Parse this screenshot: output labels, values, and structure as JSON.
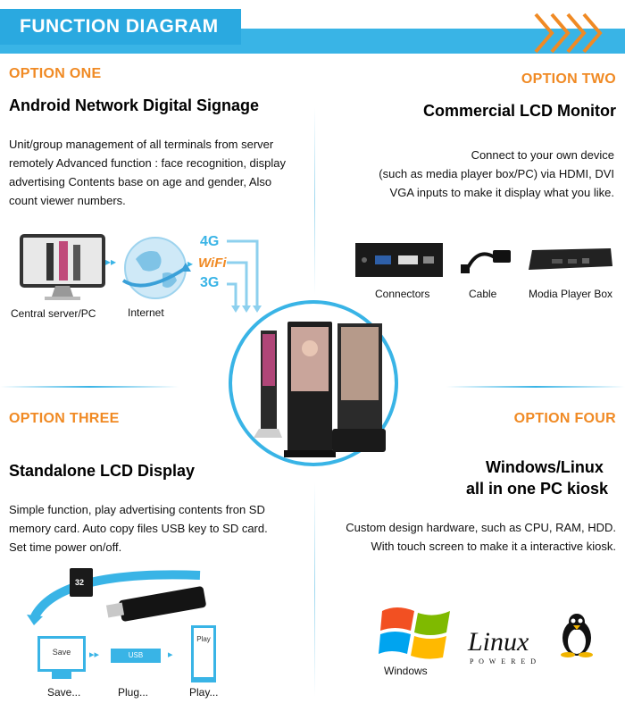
{
  "banner": {
    "title": "FUNCTION DIAGRAM"
  },
  "option1": {
    "label": "OPTION ONE",
    "title": "Android Network Digital Signage",
    "desc": [
      "Unit/group management of all terminals from server",
      "remotely Advanced function : face recognition, display",
      "advertising Contents base on age and gender, Also",
      "count viewer numbers."
    ],
    "central_label": "Central server/PC",
    "internet_label": "Internet",
    "net_4g": "4G",
    "net_wifi": "WiFi",
    "net_3g": "3G"
  },
  "option2": {
    "label": "OPTION TWO",
    "title": "Commercial LCD Monitor",
    "desc": [
      "Connect to your own device",
      "(such as media player box/PC) via HDMI, DVI",
      "VGA inputs to make it display what you like."
    ],
    "items": [
      "Connectors",
      "Cable",
      "Modia Player Box"
    ]
  },
  "option3": {
    "label": "OPTION THREE",
    "title": "Standalone LCD Display",
    "desc": [
      "Simple function, play advertising contents fron SD",
      "memory card. Auto copy files USB key to SD card.",
      "Set time power on/off."
    ],
    "save_screen": "Save",
    "usb_label": "USB",
    "play_screen": "Play",
    "sd_label": "32",
    "steps": [
      "Save...",
      "Plug...",
      "Play..."
    ]
  },
  "option4": {
    "label": "OPTION FOUR",
    "title_line1": "Windows/Linux",
    "title_line2": "all in one PC kiosk",
    "desc": [
      "Custom design hardware, such as CPU, RAM, HDD.",
      "With touch screen to make it a interactive kiosk."
    ],
    "windows_label": "Windows",
    "linux_word": "Linux",
    "linux_sub": "P O W E R E D"
  },
  "colors": {
    "accent": "#39b4e6",
    "orange": "#f08a24"
  }
}
